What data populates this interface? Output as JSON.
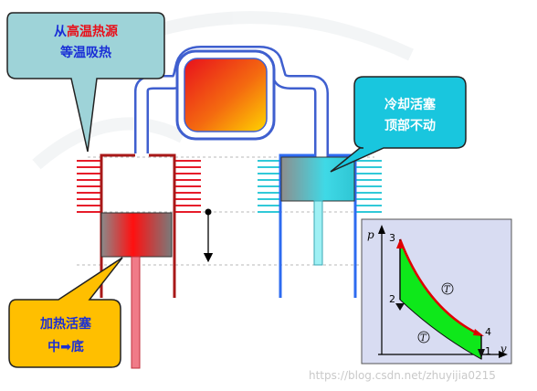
{
  "callouts": {
    "top_left": {
      "line1_prefix": "从",
      "line1_highlight": "高温热源",
      "line2": "等温吸热",
      "bg_color": "#9ed3d8",
      "text_color": "#1a2fd6",
      "highlight_color": "#e8101a"
    },
    "right": {
      "line1": "冷却活塞",
      "line2": "顶部不动",
      "bg_color": "#19c6de",
      "text_color": "#ffffff"
    },
    "bottom_left": {
      "line1": "加热活塞",
      "line2": "中➡底",
      "bg_color": "#ffbf00",
      "text_color": "#1a2fd6"
    }
  },
  "pv_diagram": {
    "axis_y": "p",
    "axis_x": "v",
    "points": [
      "3",
      "2",
      "4",
      "1"
    ],
    "isotherm_label": "T",
    "fill_color": "#0ee81a",
    "curve_color": "#e00000",
    "bg_color": "#d8dcf2"
  },
  "colors": {
    "hot_fins": "#e61c2a",
    "cold_fins": "#31c9d8",
    "hot_cylinder": "#a81818",
    "cold_cylinder": "#2e6bf0"
  },
  "watermark": "https://blog.csdn.net/zhuyijia0215"
}
